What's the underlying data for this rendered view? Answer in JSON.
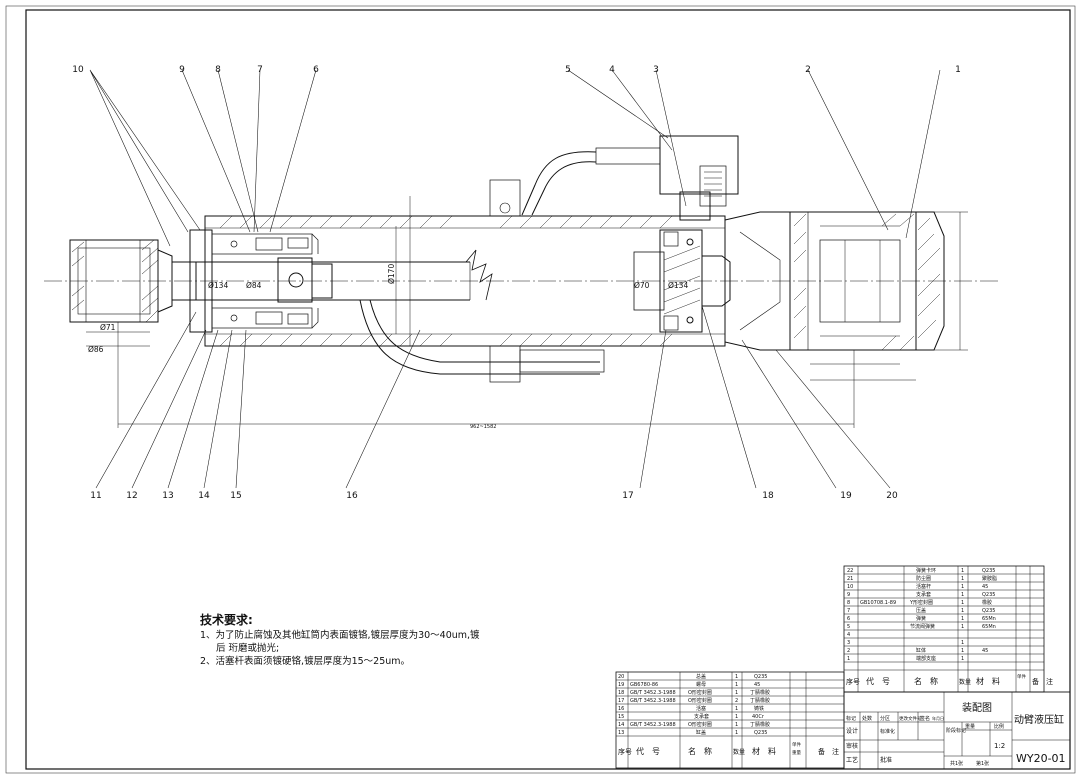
{
  "callouts": [
    "1",
    "2",
    "3",
    "4",
    "5",
    "6",
    "7",
    "8",
    "9",
    "10",
    "11",
    "12",
    "13",
    "14",
    "15",
    "16",
    "17",
    "18",
    "19",
    "20"
  ],
  "dims": {
    "d71": "Ø71",
    "d86": "Ø86",
    "d134_left": "Ø134",
    "d84": "Ø84",
    "d170": "Ø170",
    "d70": "Ø70",
    "d134_right": "Ø134",
    "overall": "962~1582"
  },
  "tech": {
    "title": "技术要求:",
    "line1": "1、为了防止腐蚀及其他缸筒内表面镀铬,镀层厚度为30～40um,镀",
    "line2": "后          珩磨或抛光;",
    "line3": "2、活塞杆表面须镀硬铬,镀层厚度为15～25um。"
  },
  "bom_upper": [
    {
      "no": "22",
      "name": "弹簧卡环",
      "qty": "1",
      "mat": "Q235"
    },
    {
      "no": "21",
      "name": "防尘圈",
      "qty": "1",
      "mat": "聚胺脂"
    },
    {
      "no": "10",
      "name": "活塞杆",
      "qty": "1",
      "mat": "45"
    },
    {
      "no": "9",
      "name": "支承套",
      "qty": "1",
      "mat": "Q235"
    },
    {
      "no": "8",
      "code": "GB10708.1-89",
      "name": "Y形密封圈",
      "qty": "1",
      "mat": "橡胶"
    },
    {
      "no": "7",
      "name": "压盖",
      "qty": "1",
      "mat": "Q235"
    },
    {
      "no": "6",
      "name": "弹簧",
      "qty": "1",
      "mat": "65Mn"
    },
    {
      "no": "5",
      "name": "节流阀弹簧",
      "qty": "1",
      "mat": "65Mn"
    },
    {
      "no": "4",
      "name": "",
      "qty": "",
      "mat": ""
    },
    {
      "no": "3",
      "name": "",
      "qty": "1",
      "mat": ""
    },
    {
      "no": "2",
      "name": "缸体",
      "qty": "1",
      "mat": "45"
    },
    {
      "no": "1",
      "name": "端部支座",
      "qty": "1",
      "mat": ""
    }
  ],
  "bom_lower": [
    {
      "no": "20",
      "name": "总盖",
      "qty": "1",
      "mat": "Q235"
    },
    {
      "no": "19",
      "code": "GB6780-86",
      "name": "螺母",
      "qty": "1",
      "mat": "45"
    },
    {
      "no": "18",
      "code": "GB/T 3452.3-1988",
      "name": "O形密封圈",
      "qty": "1",
      "mat": "丁腈橡胶"
    },
    {
      "no": "17",
      "code": "GB/T 3452.3-1988",
      "name": "O形密封圈",
      "qty": "2",
      "mat": "丁腈橡胶"
    },
    {
      "no": "16",
      "name": "活塞",
      "qty": "1",
      "mat": "铸铁"
    },
    {
      "no": "15",
      "name": "支承套",
      "qty": "1",
      "mat": "40Cr"
    },
    {
      "no": "14",
      "code": "GB/T 3452.3-1988",
      "name": "O形密封圈",
      "qty": "1",
      "mat": "丁腈橡胶"
    },
    {
      "no": "13",
      "name": "缸盖",
      "qty": "1",
      "mat": "Q235"
    }
  ],
  "headers": {
    "seq": "序号",
    "code": "代　号",
    "name": "名　称",
    "qty": "数量",
    "mat": "材　料",
    "unit_wt": "单件",
    "total_wt": "总计",
    "weight": "重量",
    "remark": "备　注"
  },
  "title_block": {
    "drawing_name": "装配图",
    "product_name": "动臂液压缸",
    "drawing_no": "WY20-01",
    "scale": "1:2",
    "mark": "标记",
    "count": "处数",
    "zone": "分区",
    "change_doc": "更改文件号",
    "sign": "签名",
    "date": "年月日",
    "design": "设计",
    "std": "标准化",
    "review": "审核",
    "process": "工艺",
    "approve": "批准",
    "stage": "阶段标记",
    "weight": "重量",
    "ratio": "比例",
    "sheets": "共1张",
    "sheet": "第1张"
  }
}
